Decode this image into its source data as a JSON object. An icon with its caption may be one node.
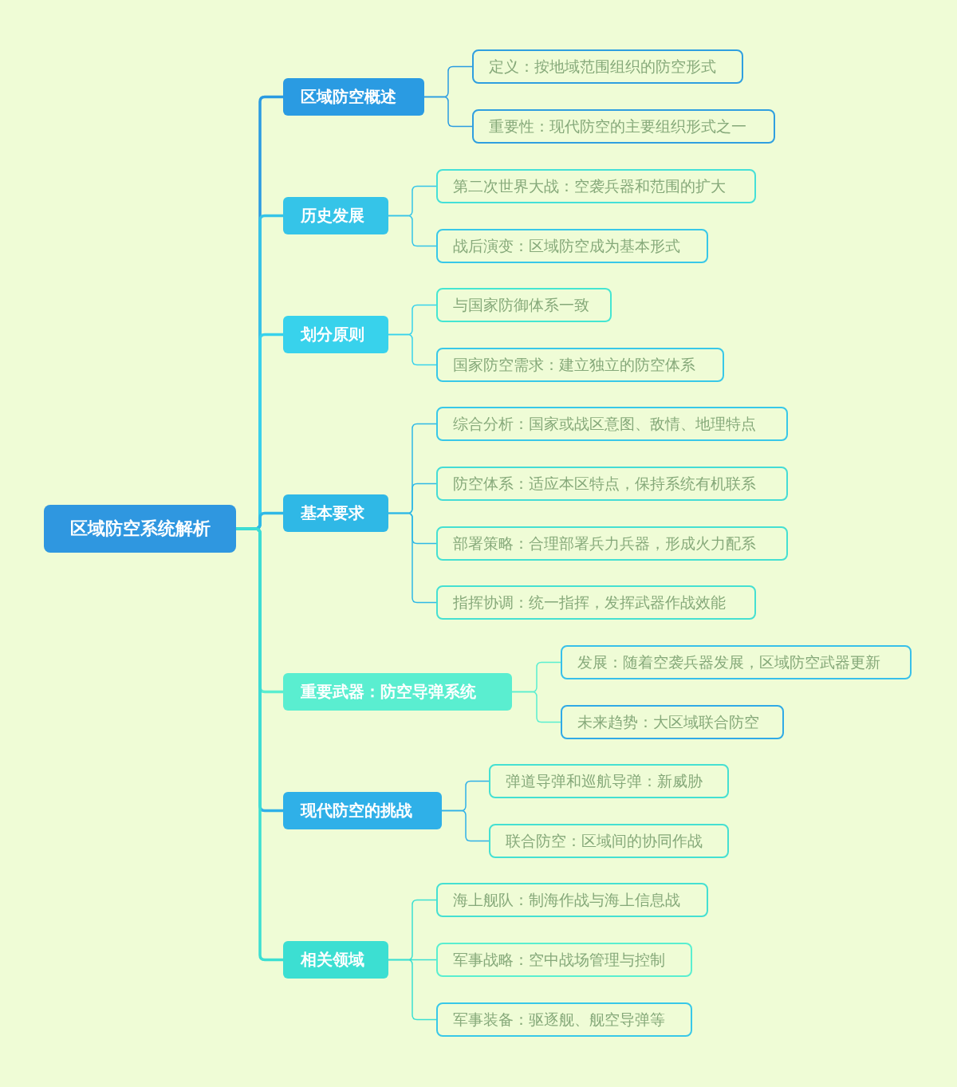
{
  "diagram": {
    "nodes": [
      {
        "text": [
          "区域防空系统解析"
        ]
      },
      {
        "text": [
          "区域防空概述"
        ]
      },
      {
        "text": [
          "定义：按地域范围组织的防空形式"
        ]
      },
      {
        "text": [
          "重要性：现代防空的主要组织形式之一"
        ]
      },
      {
        "text": [
          "历史发展"
        ]
      },
      {
        "text": [
          "第二次世界大战：空袭兵器和范围的扩大"
        ]
      },
      {
        "text": [
          "战后演变：区域防空成为基本形式"
        ]
      },
      {
        "text": [
          "划分原则"
        ]
      },
      {
        "text": [
          "与国家防御体系一致"
        ]
      },
      {
        "text": [
          "国家防空需求：建立独立的防空体系"
        ]
      },
      {
        "text": [
          "基本要求"
        ]
      },
      {
        "text": [
          "综合分析：国家或战区意图、敌情、地理特点"
        ]
      },
      {
        "text": [
          "防空体系：适应本区特点，保持系统有机联系"
        ]
      },
      {
        "text": [
          "部署策略：合理部署兵力兵器，形成火力配系"
        ]
      },
      {
        "text": [
          "指挥协调：统一指挥，发挥武器作战效能"
        ]
      },
      {
        "text": [
          "重要武器：防空导弹系统"
        ]
      },
      {
        "text": [
          "发展：随着空袭兵器发展，区域防空武器更新"
        ]
      },
      {
        "text": [
          "未来趋势：大区域联合防空"
        ]
      },
      {
        "text": [
          "现代防空的挑战"
        ]
      },
      {
        "text": [
          "弹道导弹和巡航导弹：新威胁"
        ]
      },
      {
        "text": [
          "联合防空：区域间的协同作战"
        ]
      },
      {
        "text": [
          "相关领域"
        ]
      },
      {
        "text": [
          "海上舰队：制海作战与海上信息战"
        ]
      },
      {
        "text": [
          "军事战略：空中战场管理与控制"
        ]
      },
      {
        "text": [
          "军事装备：驱逐舰、舰空导弹等"
        ]
      }
    ],
    "edges": [
      {
        "from": 0,
        "to": 1,
        "arrow": "none"
      },
      {
        "from": 0,
        "to": 4,
        "arrow": "none"
      },
      {
        "from": 0,
        "to": 7,
        "arrow": "none"
      },
      {
        "from": 0,
        "to": 10,
        "arrow": "none"
      },
      {
        "from": 0,
        "to": 15,
        "arrow": "none"
      },
      {
        "from": 0,
        "to": 18,
        "arrow": "none"
      },
      {
        "from": 0,
        "to": 21,
        "arrow": "none"
      },
      {
        "from": 1,
        "to": 2,
        "arrow": "none"
      },
      {
        "from": 1,
        "to": 3,
        "arrow": "none"
      },
      {
        "from": 4,
        "to": 5,
        "arrow": "none"
      },
      {
        "from": 4,
        "to": 6,
        "arrow": "none"
      },
      {
        "from": 7,
        "to": 8,
        "arrow": "none"
      },
      {
        "from": 7,
        "to": 9,
        "arrow": "none"
      },
      {
        "from": 10,
        "to": 11,
        "arrow": "none"
      },
      {
        "from": 10,
        "to": 12,
        "arrow": "none"
      },
      {
        "from": 10,
        "to": 13,
        "arrow": "none"
      },
      {
        "from": 10,
        "to": 14,
        "arrow": "none"
      },
      {
        "from": 15,
        "to": 16,
        "arrow": "none"
      },
      {
        "from": 15,
        "to": 17,
        "arrow": "none"
      },
      {
        "from": 18,
        "to": 19,
        "arrow": "none"
      },
      {
        "from": 18,
        "to": 20,
        "arrow": "none"
      },
      {
        "from": 21,
        "to": 22,
        "arrow": "none"
      },
      {
        "from": 21,
        "to": 23,
        "arrow": "none"
      },
      {
        "from": 21,
        "to": 24,
        "arrow": "none"
      }
    ]
  }
}
